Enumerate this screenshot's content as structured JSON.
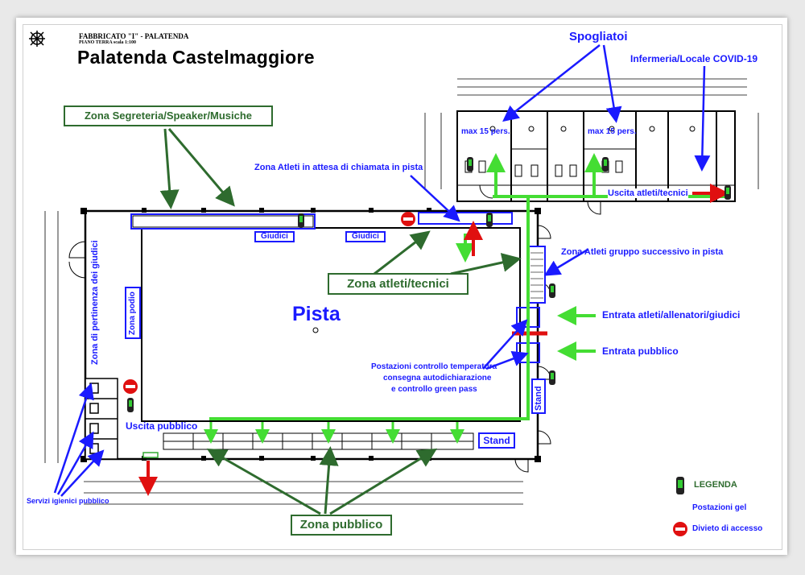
{
  "title_block": {
    "line1": "FABBRICATO \"I\" - PALATENDA",
    "line2": "PIANO TERRA scala 1:100",
    "main": "Palatenda  Castelmaggiore"
  },
  "labels": {
    "spogliatoi": "Spogliatoi",
    "infermeria": "Infermeria/Locale COVID-19",
    "segreteria": "Zona Segreteria/Speaker/Musiche",
    "atleti_attesa": "Zona Atleti in attesa di chiamata in pista",
    "max1": "max 15 pers.",
    "max2": "max 15 pers.",
    "uscita_atleti": "Uscita atleti/tecnici",
    "giudici1": "Giudici",
    "giudici2": "Giudici",
    "zona_atleti_tecnici": "Zona atleti/tecnici",
    "zona_atleti_successivo": "Zona Atleti gruppo successivo in pista",
    "pertinenza_giudici": "Zona di pertinenza dei giudici",
    "zona_podio": "Zona podio",
    "pista": "Pista",
    "entrata_atleti": "Entrata atleti/allenatori/giudici",
    "entrata_pubblico": "Entrata pubblico",
    "postazioni_l1": "Postazioni controllo temperatura",
    "postazioni_l2": "consegna autodichiarazione",
    "postazioni_l3": "e controllo green pass",
    "stand_v": "Stand",
    "stand_h": "Stand",
    "uscita_pubblico": "Uscita pubblico",
    "servizi": "Servizi igienici pubblico",
    "zona_pubblico": "Zona pubblico"
  },
  "legend": {
    "title": "LEGENDA",
    "gel": "Postazioni gel",
    "divieto": "Divieto di accesso"
  },
  "colors": {
    "blue": "#1a1aff",
    "green_text": "#2e6b2e",
    "path_green": "#44dd33",
    "red": "#e01010"
  }
}
